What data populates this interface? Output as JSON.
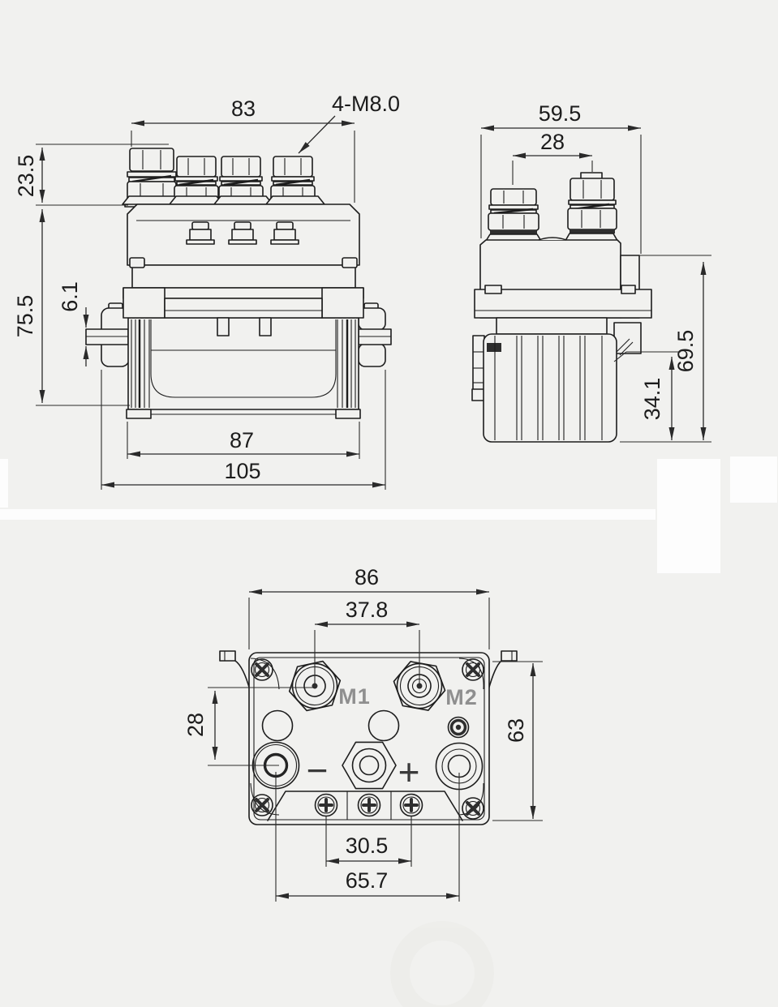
{
  "title": "contactor-dimension-drawing",
  "colors": {
    "background": "#f1f1ef",
    "line": "#1d1d1d",
    "dimension": "#2a2a2a",
    "label_gray": "#8f8f8f"
  },
  "views": {
    "front": {
      "dims": {
        "overall_top_width": "83",
        "thread_callout": "4-M8.0",
        "terminal_height": "23.5",
        "body_height": "75.5",
        "side_tab_height": "6.1",
        "body_width": "87",
        "overall_width": "105"
      }
    },
    "side": {
      "dims": {
        "overall_width": "59.5",
        "terminal_spacing": "28",
        "overall_height": "69.5",
        "lower_body_height": "34.1"
      }
    },
    "bottom": {
      "dims": {
        "overall_width": "86",
        "motor_terminal_spacing": "37.8",
        "row_spacing": "28",
        "overall_height": "63",
        "screw_spacing": "30.5",
        "battery_terminal_spacing": "65.7"
      },
      "labels": {
        "m1": "M1",
        "m2": "M2",
        "minus": "−",
        "plus": "+"
      }
    }
  }
}
